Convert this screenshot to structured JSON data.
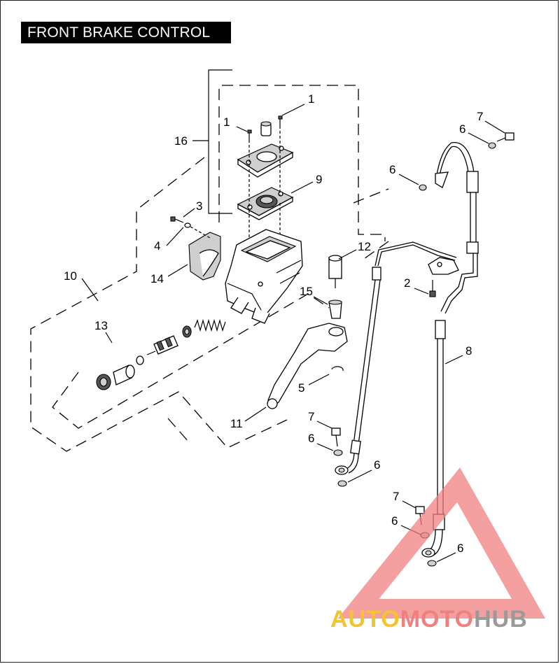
{
  "title": "FRONT BRAKE CONTROL",
  "callouts": {
    "c1a": "1",
    "c1b": "1",
    "c16": "16",
    "c9": "9",
    "c3": "3",
    "c4": "4",
    "c14": "14",
    "c10": "10",
    "c12": "12",
    "c15": "15",
    "c13": "13",
    "c5": "5",
    "c11": "11",
    "c2": "2",
    "c8": "8",
    "c7a": "7",
    "c6a": "6",
    "c6b": "6",
    "c7b": "7",
    "c6c": "6",
    "c6d": "6",
    "c7c": "7",
    "c6e": "6",
    "c6f": "6"
  },
  "watermark": {
    "part1": "AUTO",
    "part2": "MOTO",
    "part3": "HUB"
  }
}
